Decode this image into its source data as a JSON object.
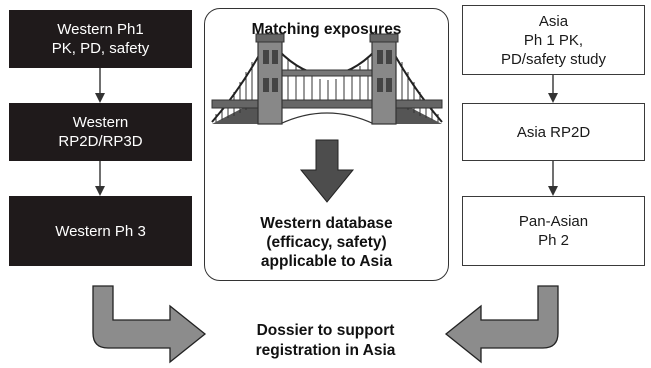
{
  "western": {
    "steps": [
      "Western Ph1\nPK, PD, safety",
      "Western\nRP2D/RP3D",
      "Western Ph 3"
    ],
    "color": "#1f1a1b"
  },
  "asia": {
    "steps": [
      "Asia\nPh 1 PK,\nPD/safety study",
      "Asia RP2D",
      "Pan-Asian\nPh 2"
    ]
  },
  "center": {
    "title": "Matching exposures",
    "bridge_icon": "bridge-icon",
    "result": "Western database\n(efficacy, safety)\napplicable to Asia"
  },
  "bottom": {
    "label": "Dossier to support\nregistration in Asia",
    "arrow_color": "#8c8c8c"
  }
}
